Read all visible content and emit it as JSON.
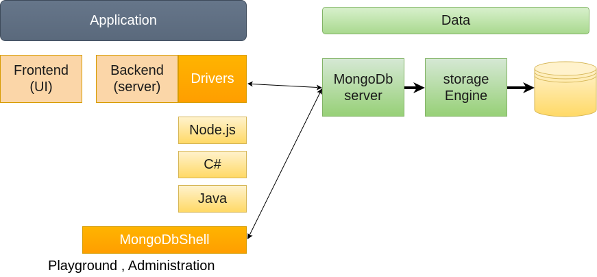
{
  "groups": {
    "application": "Application",
    "data": "Data"
  },
  "nodes": {
    "frontend": [
      "Frontend",
      "(UI)"
    ],
    "backend": [
      "Backend",
      "(server)"
    ],
    "drivers": "Drivers",
    "nodejs": "Node.js",
    "csharp": "C#",
    "java": "Java",
    "shell": "MongoDbShell",
    "mongoserver": [
      "MongoDb",
      "server"
    ],
    "engine": [
      "storage",
      "Engine"
    ]
  },
  "annotations": {
    "shell_caption": "Playground , Administration"
  },
  "colors": {
    "application_header": "#5f6f83",
    "data_header": "#b7e1a1",
    "peach": "#fbd6a8",
    "orange": "#ffa500",
    "yellow": "#ffe599",
    "green": "#b9e0a5",
    "database": "#ffd966"
  }
}
